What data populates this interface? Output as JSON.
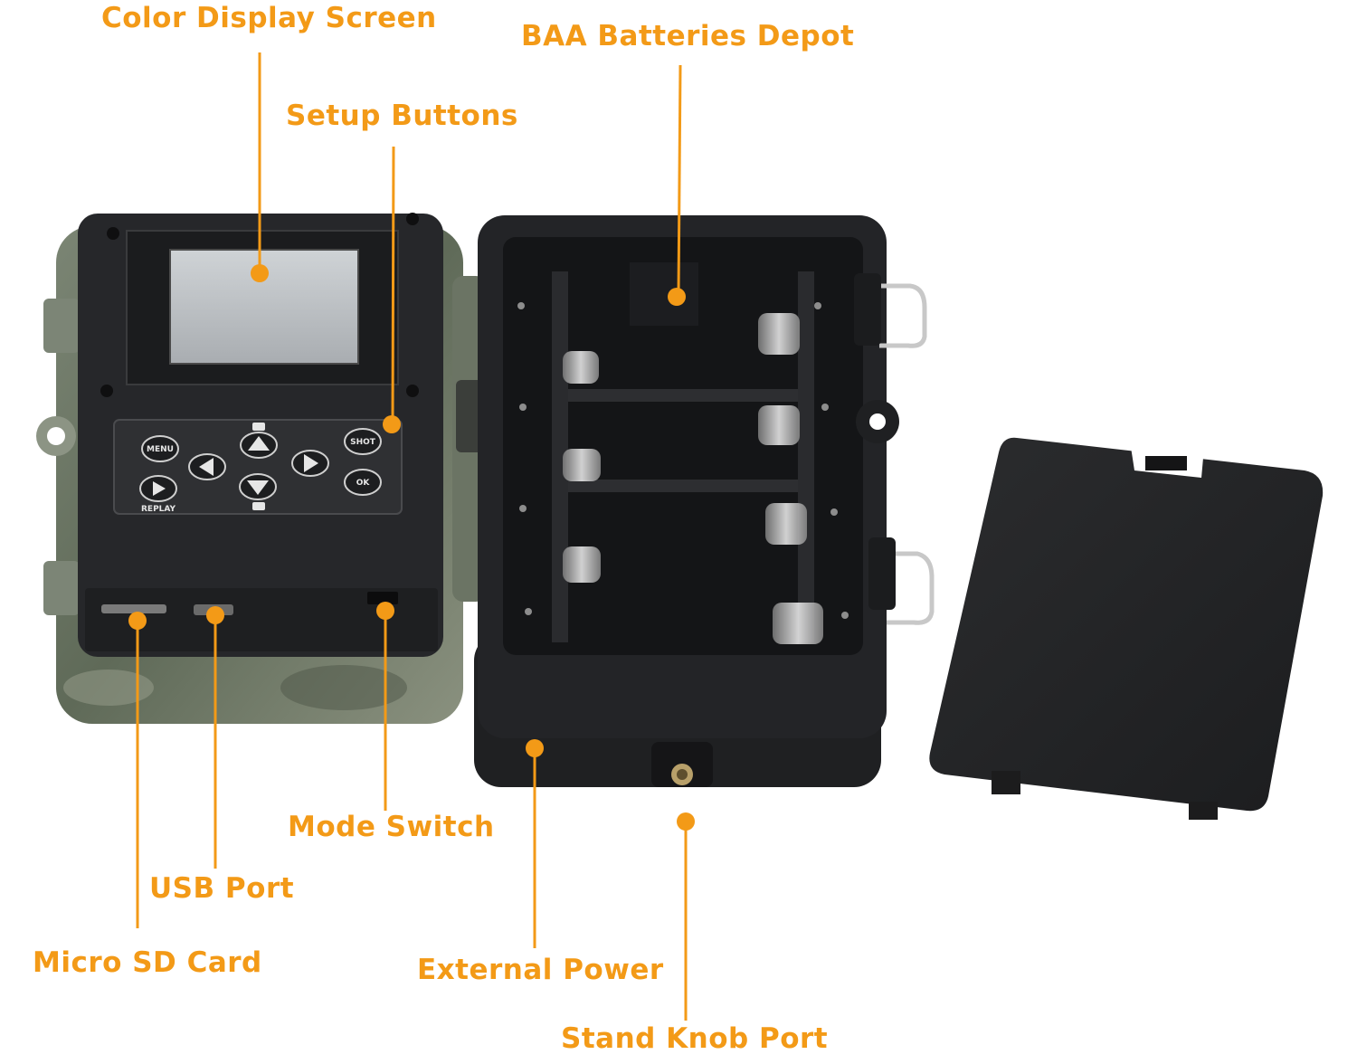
{
  "annotations": {
    "color_display_screen": "Color Display Screen",
    "baa_batteries_depot": "BAA Batteries Depot",
    "setup_buttons": "Setup Buttons",
    "mode_switch": "Mode Switch",
    "usb_port": "USB Port",
    "micro_sd_card": "Micro SD Card",
    "external_power": "External Power",
    "stand_knob_port": "Stand Knob Port"
  },
  "keypad": {
    "menu": "MENU",
    "shot": "SHOT",
    "ok": "OK",
    "replay": "REPLAY"
  },
  "colors": {
    "accent": "#f39a17",
    "device_body": "#2a2b2d",
    "camo_shell": "#6f7868"
  }
}
